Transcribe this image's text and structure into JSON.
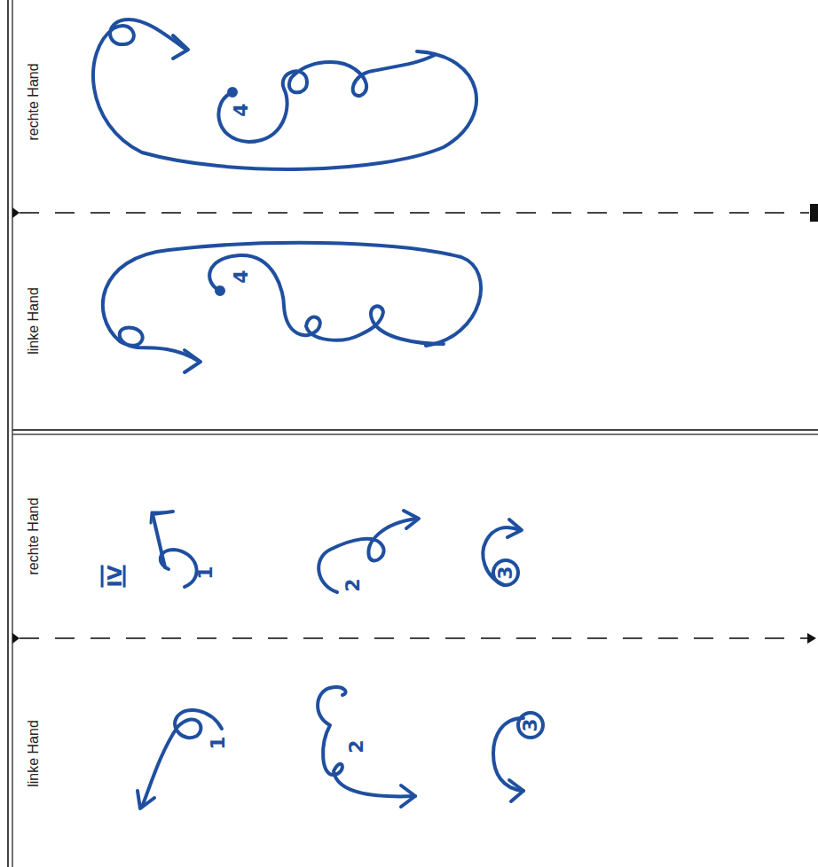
{
  "diagram": {
    "labels": [
      "rechte Hand",
      "linke Hand",
      "rechte Hand",
      "linke Hand",
      "4",
      "4",
      "IV",
      "1",
      "2",
      "3",
      "1",
      "2",
      "3"
    ]
  }
}
